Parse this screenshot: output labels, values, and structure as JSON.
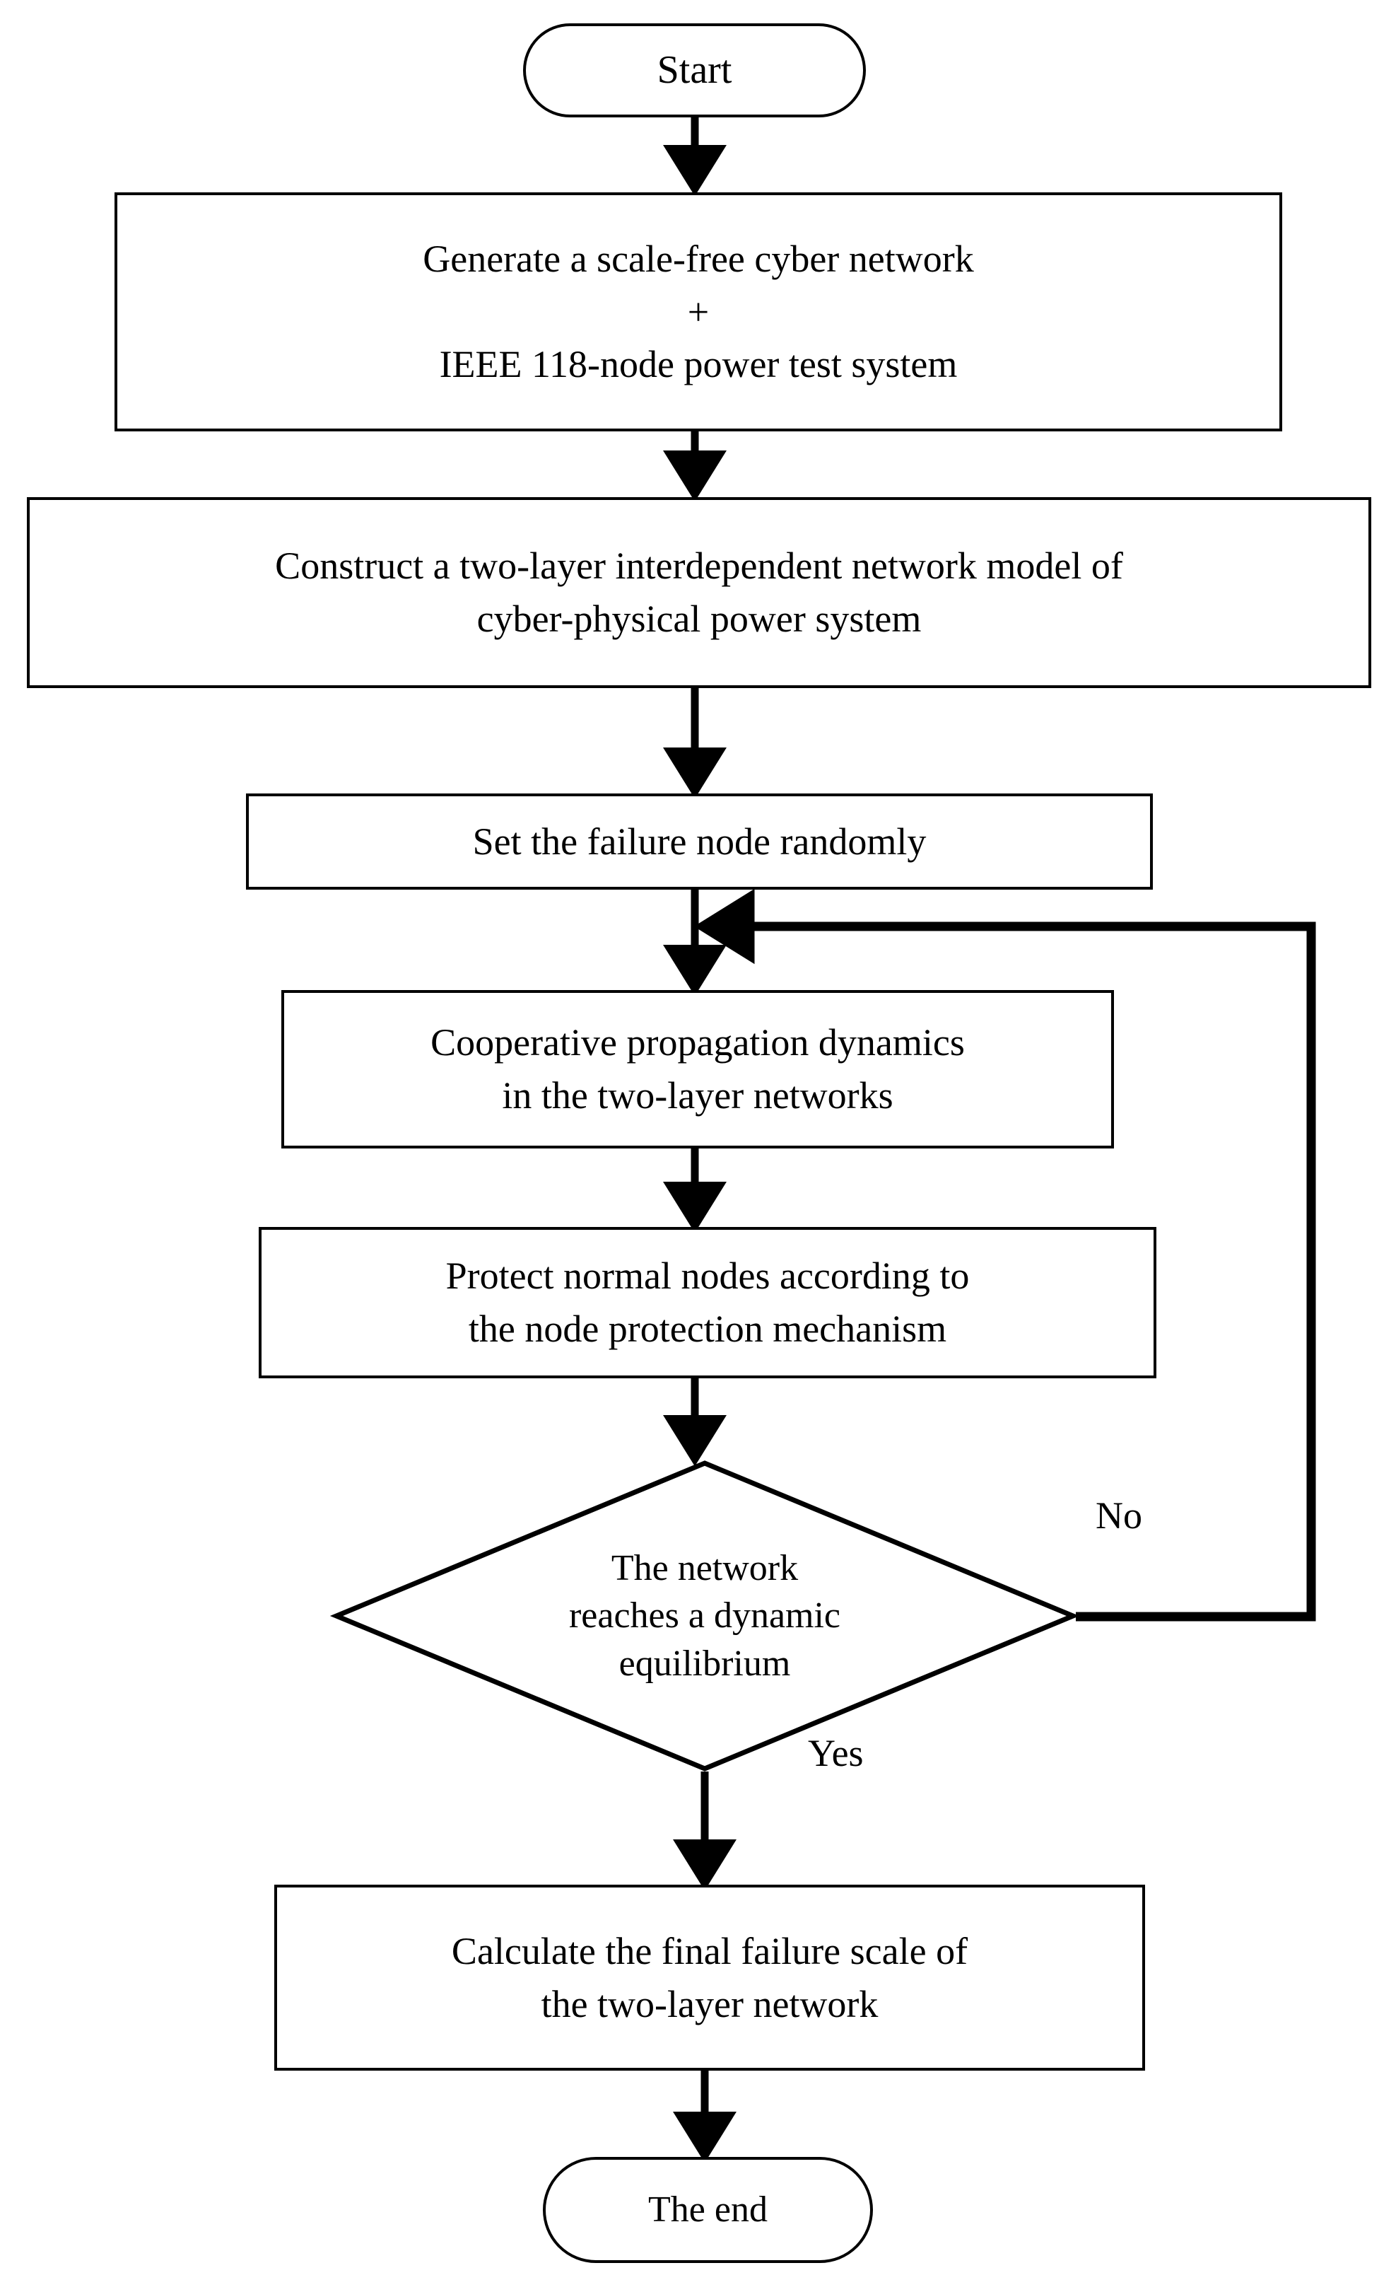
{
  "diagram": {
    "type": "flowchart",
    "orientation": "top-to-bottom",
    "title": "",
    "colors": {
      "stroke": "#000000",
      "fill": "#ffffff",
      "text": "#000000"
    },
    "nodes": [
      {
        "id": "start",
        "shape": "terminator",
        "label": "Start",
        "font_size": 56
      },
      {
        "id": "generate",
        "shape": "process",
        "label": "Generate a scale-free cyber network\n+\nIEEE 118-node power test system",
        "font_size": 54
      },
      {
        "id": "construct",
        "shape": "process",
        "label": "Construct a two-layer interdependent network model of\ncyber-physical power system",
        "font_size": 54
      },
      {
        "id": "set-failure",
        "shape": "process",
        "label": "Set the failure node randomly",
        "font_size": 54
      },
      {
        "id": "cooperative",
        "shape": "process",
        "label": "Cooperative propagation dynamics\nin the two-layer networks",
        "font_size": 54
      },
      {
        "id": "protect",
        "shape": "process",
        "label": "Protect normal nodes according to\nthe node protection mechanism",
        "font_size": 54
      },
      {
        "id": "decision",
        "shape": "diamond",
        "label": "The network\nreaches a dynamic\nequilibrium",
        "font_size": 52
      },
      {
        "id": "calculate",
        "shape": "process",
        "label": "Calculate the final failure scale of\nthe two-layer network",
        "font_size": 54
      },
      {
        "id": "end",
        "shape": "terminator",
        "label": "The end",
        "font_size": 52
      }
    ],
    "edges": [
      {
        "from": "start",
        "to": "generate",
        "label": ""
      },
      {
        "from": "generate",
        "to": "construct",
        "label": ""
      },
      {
        "from": "construct",
        "to": "set-failure",
        "label": ""
      },
      {
        "from": "set-failure",
        "to": "cooperative",
        "label": ""
      },
      {
        "from": "cooperative",
        "to": "protect",
        "label": ""
      },
      {
        "from": "protect",
        "to": "decision",
        "label": ""
      },
      {
        "from": "decision",
        "to": "cooperative",
        "label": "No"
      },
      {
        "from": "decision",
        "to": "calculate",
        "label": "Yes"
      },
      {
        "from": "calculate",
        "to": "end",
        "label": ""
      }
    ],
    "edge_labels": {
      "no": "No",
      "yes": "Yes"
    }
  }
}
